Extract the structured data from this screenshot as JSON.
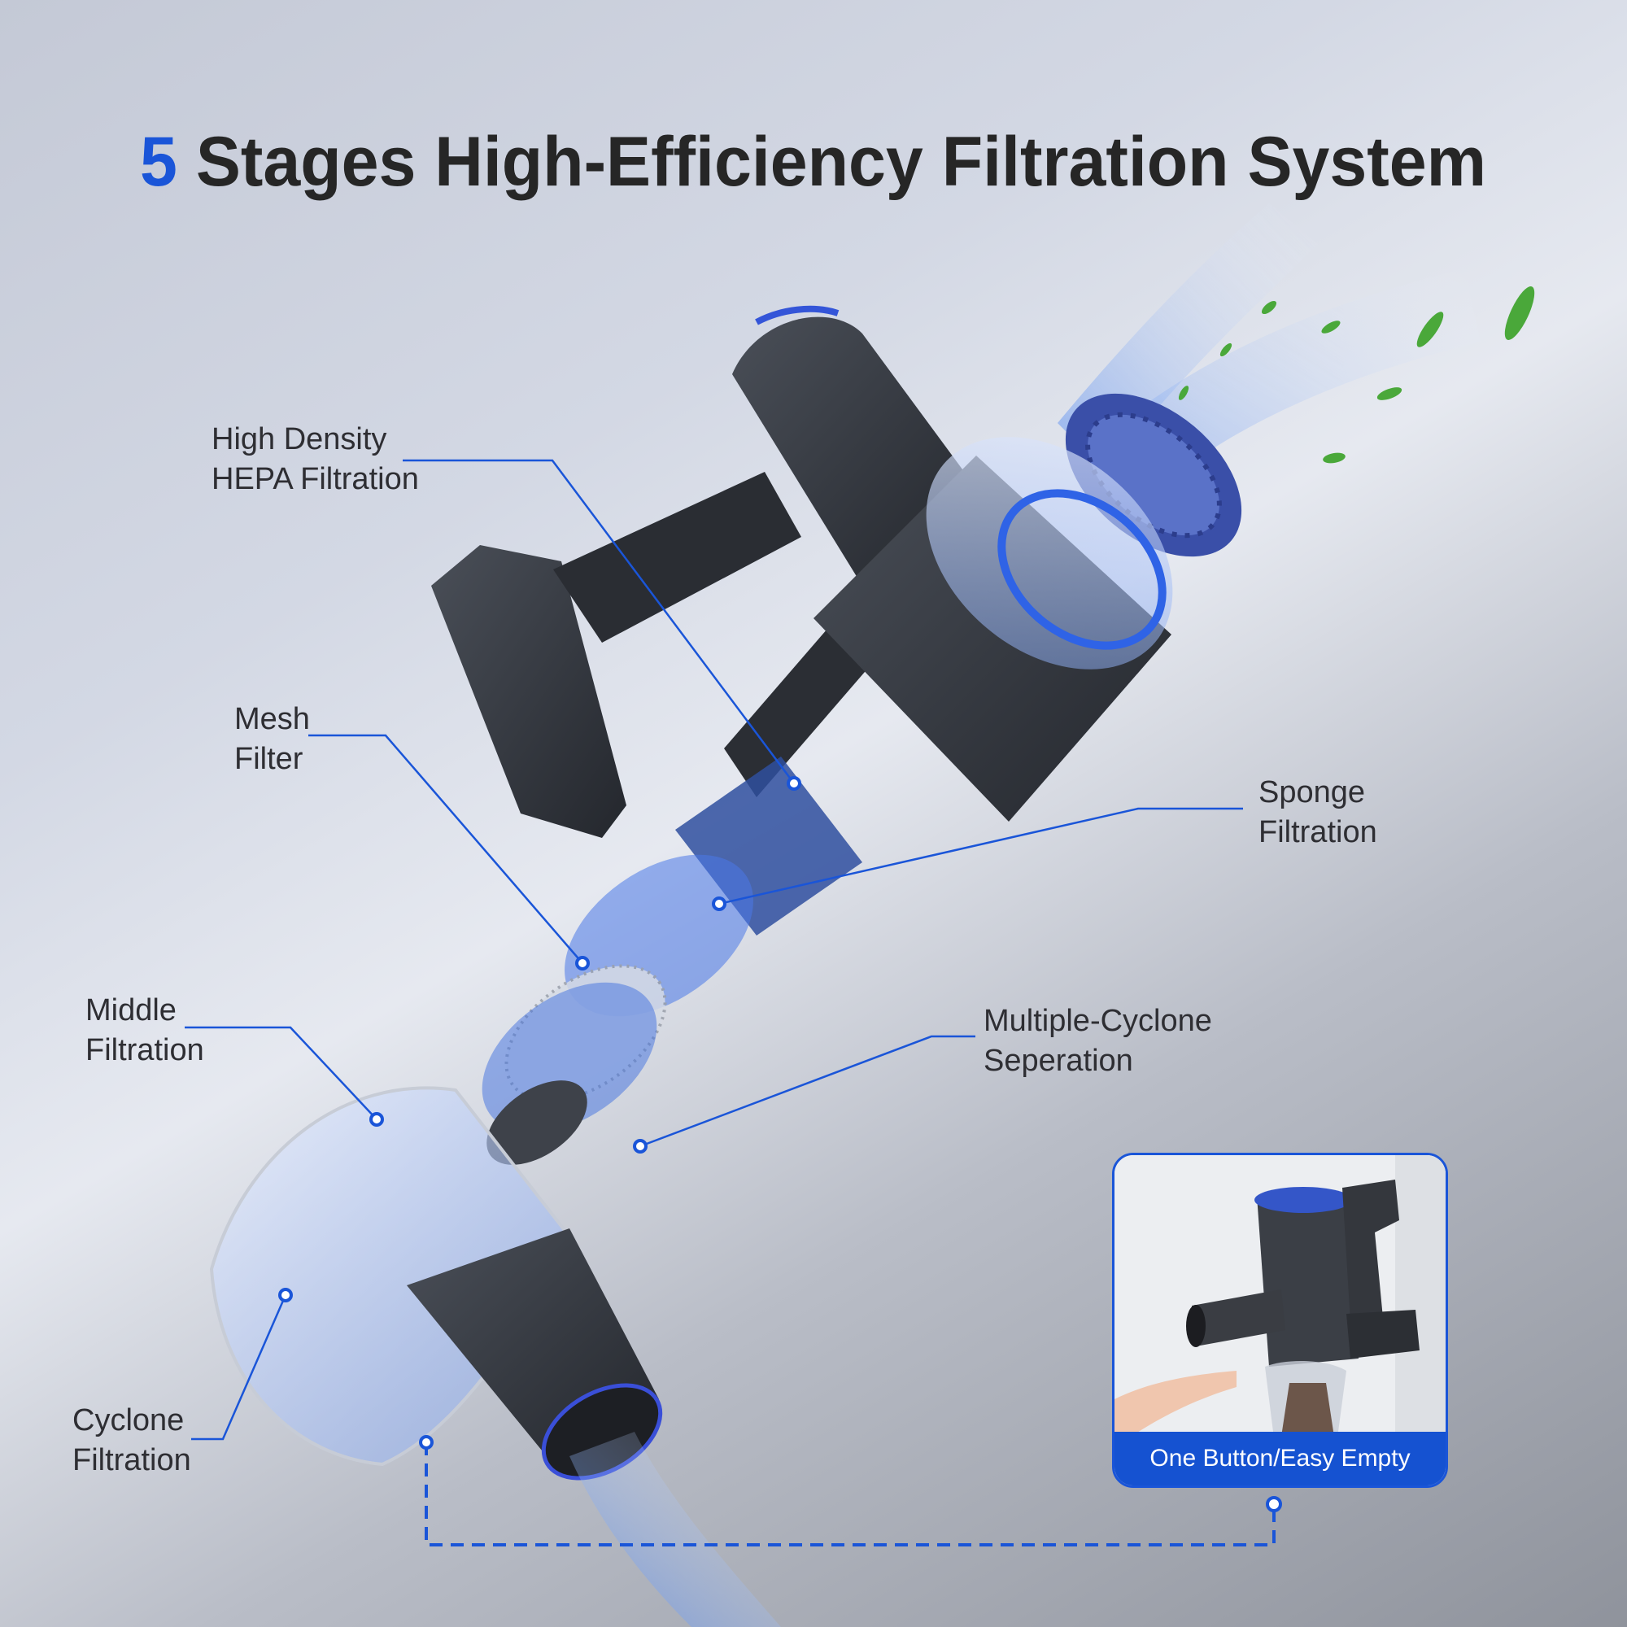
{
  "title": {
    "number": "5",
    "text": "Stages High-Efficiency Filtration System"
  },
  "colors": {
    "accent": "#1a55d8",
    "title_text": "#262626",
    "label_text": "#2e2e33"
  },
  "callouts": [
    {
      "line1": "High Density",
      "line2": "HEPA Filtration"
    },
    {
      "line1": "Mesh",
      "line2": "Filter"
    },
    {
      "line1": "Sponge",
      "line2": "Filtration"
    },
    {
      "line1": "Multiple-Cyclone",
      "line2": "Seperation"
    },
    {
      "line1": "Middle",
      "line2": "Filtration"
    },
    {
      "line1": "Cyclone",
      "line2": "Filtration"
    }
  ],
  "inset": {
    "caption": "One Button/Easy Empty"
  }
}
